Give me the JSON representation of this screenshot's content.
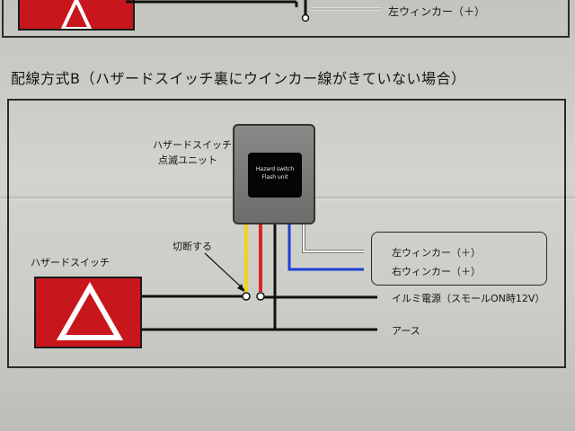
{
  "top_section": {
    "left_winker_label": "左ウィンカー（＋）"
  },
  "section_title": "配線方式B（ハザードスイッチ裏にウインカー線がきていない場合）",
  "flash_unit": {
    "caption_line1": "ハザードスイッチ",
    "caption_line2": "点滅ユニット",
    "screen_line1": "Hazard switch",
    "screen_line2": "Flash unit"
  },
  "hazard_switch_label": "ハザードスイッチ",
  "cut_label": "切断する",
  "outputs": {
    "left_winker": "左ウィンカー（＋）",
    "right_winker": "右ウィンカー（＋）",
    "illumination": "イルミ電源（スモールON時12V）",
    "earth": "アース"
  },
  "wire_colors": {
    "yellow": "#f2d21a",
    "red": "#d9261f",
    "black": "#111111",
    "blue": "#1d3fd6",
    "white": "#f4f4f4"
  }
}
